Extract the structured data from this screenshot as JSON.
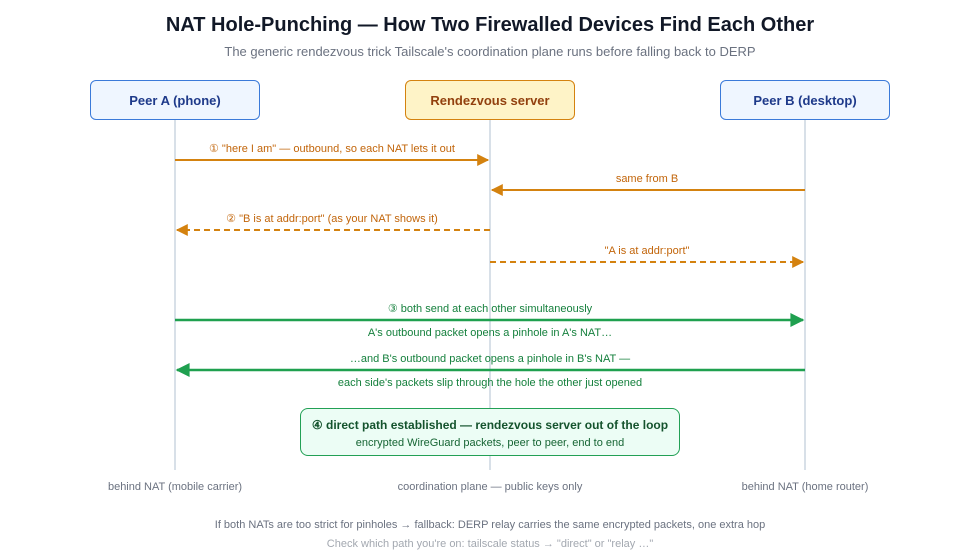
{
  "header": {
    "title": "NAT Hole-Punching — How Two Firewalled Devices Find Each Other",
    "subtitle": "The generic rendezvous trick Tailscale's coordination plane runs before falling back to DERP"
  },
  "actors": {
    "peer_a": "Peer A (phone)",
    "server": "Rendezvous server",
    "peer_b": "Peer B (desktop)"
  },
  "messages": {
    "m1": "① \"here I am\" — outbound, so each NAT lets it out",
    "m2": "same from B",
    "m3": "② \"B is at addr:port\" (as your NAT shows it)",
    "m4": "\"A is at addr:port\"",
    "m5": "③ both send at each other simultaneously",
    "m5_below": "A's outbound packet opens a pinhole in A's NAT…",
    "m6": "…and B's outbound packet opens a pinhole in B's NAT —",
    "m6_below": "each side's packets slip through the hole the other just opened"
  },
  "result": {
    "title": "④ direct path established — rendezvous server out of the loop",
    "subtitle": "encrypted WireGuard packets, peer to peer, end to end"
  },
  "lifeline_labels": {
    "peer_a": "behind NAT (mobile carrier)",
    "server": "coordination plane — public keys only",
    "peer_b": "behind NAT (home router)"
  },
  "notes": {
    "fallback": "If both NATs are too strict for pinholes → fallback: DERP relay carries the same encrypted packets, one extra hop",
    "check": "Check which path you're on: tailscale status → \"direct\" or \"relay …\""
  },
  "colors": {
    "orange": "#d4820f",
    "orange_text": "#c2650a",
    "green": "#1fa04f",
    "green_text": "#15803d",
    "lifeline": "#cbd5e1",
    "blue": "#3b7ad9"
  }
}
